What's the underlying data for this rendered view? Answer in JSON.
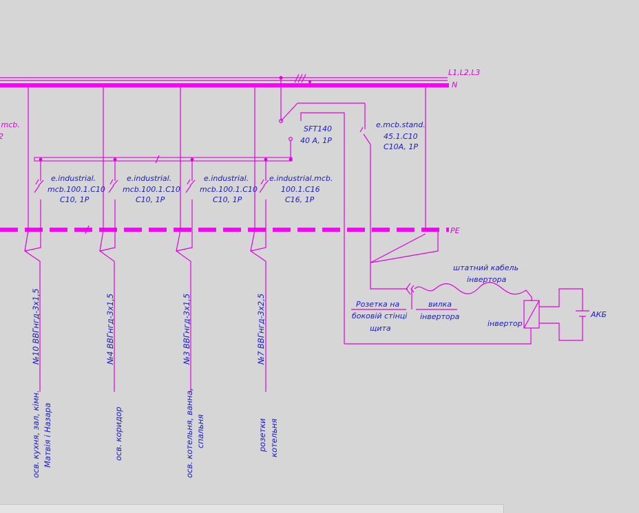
{
  "colors": {
    "background": "#d6d6d6",
    "line": "#e000e0",
    "text": "#1a1acc"
  },
  "bus": {
    "phase_label": "L1,L2,L3",
    "neutral_label": "N",
    "pe_label": "PE"
  },
  "left_cut_label": {
    "line1": ".mcb.",
    "line2": "2"
  },
  "main_breaker": {
    "model": "SFT140",
    "rating": "40 A, 1P"
  },
  "inverter_breaker": {
    "line1": "e.mcb.stand.",
    "line2": "45.1.C10",
    "line3": "C10A, 1P"
  },
  "feeders": [
    {
      "breaker_line1": "e.industrial.",
      "breaker_line2": "mcb.100.1.C10",
      "breaker_line3": "C10, 1P",
      "cable": "№10 ВВГнгд-3х1,5",
      "load_line1": "осв. кухня, зал, кімн.",
      "load_line2": "Матвія і Назара"
    },
    {
      "breaker_line1": "e.industrial.",
      "breaker_line2": "mcb.100.1.C10",
      "breaker_line3": "C10, 1P",
      "cable": "№4 ВВГнгд-3х1,5",
      "load_line1": "осв. коридор",
      "load_line2": ""
    },
    {
      "breaker_line1": "e.industrial.",
      "breaker_line2": "mcb.100.1.C10",
      "breaker_line3": "C10, 1P",
      "cable": "№3 ВВГнгд-3х1,5",
      "load_line1": "осв. котельня, ванна,",
      "load_line2": "спальня"
    },
    {
      "breaker_line1": "e.industrial.mcb.",
      "breaker_line2": "100.1.C16",
      "breaker_line3": "C16, 1P",
      "cable": "№7 ВВГнгд-3х2,5",
      "load_line1": "розетки",
      "load_line2": "котельня"
    }
  ],
  "inverter_section": {
    "cable_label_line1": "штатний кабель",
    "cable_label_line2": "інвертора",
    "socket_line1": "Розетка на",
    "socket_line2": "боковій стінці",
    "socket_line3": "щита",
    "plug_line1": "вилка",
    "plug_line2": "інвертора",
    "inverter_label": "інвертор",
    "battery_label": "АКБ"
  }
}
